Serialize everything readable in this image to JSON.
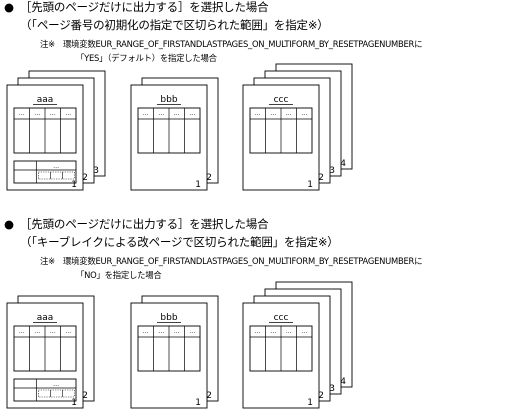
{
  "sections": [
    {
      "bullet": "●",
      "heading": "［先頭のページだけに出力する］を選択した場合",
      "subheading": "（「ページ番号の初期化の指定で区切られた範囲」を指定※）",
      "note_line1": "注※　環境変数EUR_RANGE_OF_FIRSTANDLASTPAGES_ON_MULTIFORM_BY_RESETPAGENUMBERに",
      "note_line2": "「YES」（デフォルト）を指定した場合",
      "groups": [
        {
          "label": "aaa",
          "page_numbers": [
            "1",
            "2",
            "3"
          ],
          "first_page_has_footer": true
        },
        {
          "label": "bbb",
          "page_numbers": [
            "1",
            "2"
          ],
          "first_page_has_footer": false
        },
        {
          "label": "ccc",
          "page_numbers": [
            "1",
            "2",
            "3",
            "4"
          ],
          "first_page_has_footer": false
        }
      ]
    },
    {
      "bullet": "●",
      "heading": "［先頭のページだけに出力する］を選択した場合",
      "subheading": "（「キーブレイクによる改ページで区切られた範囲」を指定※）",
      "note_line1": "注※　環境変数EUR_RANGE_OF_FIRSTANDLASTPAGES_ON_MULTIFORM_BY_RESETPAGENUMBERに",
      "note_line2": "「NO」を指定した場合",
      "groups": [
        {
          "label": "aaa",
          "page_numbers": [
            "1",
            "2"
          ],
          "first_page_has_footer": true
        },
        {
          "label": "bbb",
          "page_numbers": [
            "1",
            "2"
          ],
          "first_page_has_footer": false
        },
        {
          "label": "ccc",
          "page_numbers": [
            "1",
            "2",
            "3",
            "4"
          ],
          "first_page_has_footer": false
        }
      ]
    }
  ],
  "footer_dots": "…",
  "cell_dots": "…"
}
